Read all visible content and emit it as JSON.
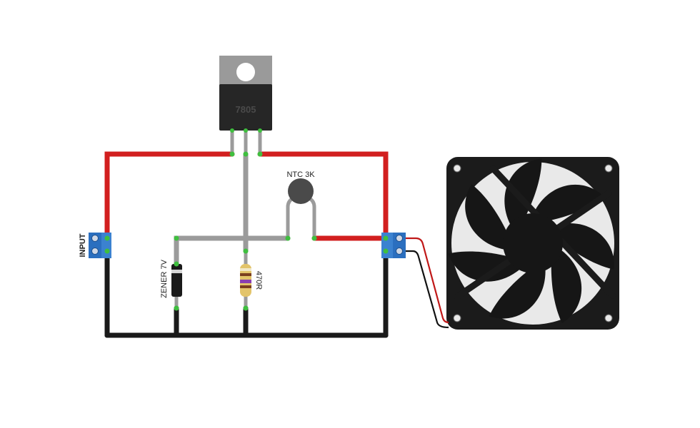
{
  "diagram": {
    "components": {
      "regulator": {
        "label": "7805",
        "type": "voltage-regulator"
      },
      "thermistor": {
        "label": "NTC 3K",
        "type": "ntc-thermistor"
      },
      "zener": {
        "label": "ZENER 7V",
        "type": "zener-diode"
      },
      "resistor": {
        "label": "470R",
        "type": "resistor"
      },
      "input_terminal": {
        "label": "INPUT",
        "type": "screw-terminal"
      },
      "output_terminal": {
        "type": "screw-terminal"
      },
      "fan": {
        "type": "dc-fan"
      }
    },
    "wire_colors": {
      "positive": "#d21f1f",
      "ground": "#1a1a1a",
      "signal": "#9b9b9b",
      "fan_positive": "#c01818",
      "fan_negative": "#111111"
    },
    "terminal_color": "#2b6fbf",
    "node_color": "#3fbf3f"
  }
}
